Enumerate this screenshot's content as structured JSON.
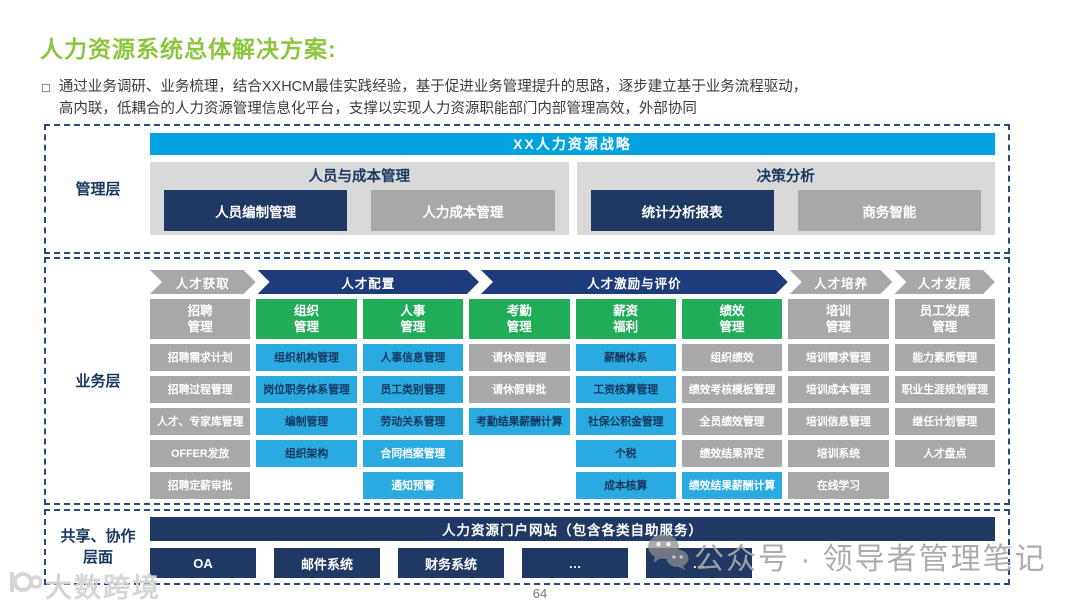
{
  "slide": {
    "title": "人力资源系统总体解决方案:",
    "intro": {
      "bullet": "□",
      "line1": "通过业务调研、业务梳理，结合XXHCM最佳实践经验，基于促进业务管理提升的思路，逐步建立基于业务流程驱动，",
      "line2": "高内联，低耦合的人力资源管理信息化平台，支撑以实现人力资源职能部门内部管理高效，外部协同"
    }
  },
  "management_layer": {
    "label": "管理层",
    "strategy_bar": "XX人力资源战略",
    "panels": [
      {
        "title": "人员与成本管理",
        "boxes": [
          {
            "label": "人员编制管理",
            "style": "navy"
          },
          {
            "label": "人力成本管理",
            "style": "grayb"
          }
        ]
      },
      {
        "title": "决策分析",
        "boxes": [
          {
            "label": "统计分析报表",
            "style": "navy"
          },
          {
            "label": "商务智能",
            "style": "grayb"
          }
        ]
      }
    ]
  },
  "business_layer": {
    "label": "业务层",
    "arrows": [
      {
        "label": "人才获取",
        "style": "gray",
        "grow": 1.05
      },
      {
        "label": "人才配置",
        "style": "navy",
        "grow": 2.2
      },
      {
        "label": "人才激励与评价",
        "style": "navy",
        "grow": 3.05
      },
      {
        "label": "人才培养",
        "style": "gray",
        "grow": 1.02
      },
      {
        "label": "人才发展",
        "style": "gray",
        "grow": 1.0
      }
    ],
    "columns": [
      {
        "header": "招聘\n管理",
        "header_style": "gray",
        "cells": [
          {
            "label": "招聘需求计划",
            "style": "gray"
          },
          {
            "label": "招聘过程管理",
            "style": "gray"
          },
          {
            "label": "人才、专家库管理",
            "style": "gray"
          },
          {
            "label": "OFFER发放",
            "style": "gray"
          },
          {
            "label": "招聘定薪审批",
            "style": "gray"
          }
        ]
      },
      {
        "header": "组织\n管理",
        "header_style": "green",
        "cells": [
          {
            "label": "组织机构管理",
            "style": "cyan"
          },
          {
            "label": "岗位职务体系管理",
            "style": "cyan"
          },
          {
            "label": "编制管理",
            "style": "cyan"
          },
          {
            "label": "组织架构",
            "style": "cyan"
          },
          null
        ]
      },
      {
        "header": "人事\n管理",
        "header_style": "green",
        "cells": [
          {
            "label": "人事信息管理",
            "style": "cyan"
          },
          {
            "label": "员工类别管理",
            "style": "cyan"
          },
          {
            "label": "劳动关系管理",
            "style": "cyan"
          },
          {
            "label": "合同档案管理",
            "style": "cyan-white"
          },
          {
            "label": "通知预警",
            "style": "cyan-white"
          }
        ]
      },
      {
        "header": "考勤\n管理",
        "header_style": "green",
        "cells": [
          {
            "label": "请休假管理",
            "style": "gray"
          },
          {
            "label": "请休假审批",
            "style": "gray"
          },
          {
            "label": "考勤结果薪酬计算",
            "style": "cyan"
          },
          null,
          null
        ]
      },
      {
        "header": "薪资\n福利",
        "header_style": "green",
        "cells": [
          {
            "label": "薪酬体系",
            "style": "cyan"
          },
          {
            "label": "工资核算管理",
            "style": "cyan"
          },
          {
            "label": "社保公积金管理",
            "style": "cyan"
          },
          {
            "label": "个税",
            "style": "cyan"
          },
          {
            "label": "成本核算",
            "style": "cyan"
          }
        ]
      },
      {
        "header": "绩效\n管理",
        "header_style": "green",
        "cells": [
          {
            "label": "组织绩效",
            "style": "gray"
          },
          {
            "label": "绩效考核模板管理",
            "style": "gray"
          },
          {
            "label": "全员绩效管理",
            "style": "gray"
          },
          {
            "label": "绩效结果评定",
            "style": "gray"
          },
          {
            "label": "绩效结果薪酬计算",
            "style": "cyan-white"
          }
        ]
      },
      {
        "header": "培训\n管理",
        "header_style": "gray",
        "cells": [
          {
            "label": "培训需求管理",
            "style": "gray"
          },
          {
            "label": "培训成本管理",
            "style": "gray"
          },
          {
            "label": "培训信息管理",
            "style": "gray"
          },
          {
            "label": "培训系统",
            "style": "gray"
          },
          {
            "label": "在线学习",
            "style": "gray"
          }
        ]
      },
      {
        "header": "员工发展\n管理",
        "header_style": "gray",
        "cells": [
          {
            "label": "能力素质管理",
            "style": "gray"
          },
          {
            "label": "职业生涯规划管理",
            "style": "gray"
          },
          {
            "label": "继任计划管理",
            "style": "gray"
          },
          {
            "label": "人才盘点",
            "style": "gray"
          },
          null
        ]
      }
    ]
  },
  "shared_layer": {
    "label_line1": "共享、协作",
    "label_line2": "层面",
    "portal_bar": "人力资源门户网站（包含各类自助服务）",
    "systems": [
      "OA",
      "邮件系统",
      "财务系统",
      "…",
      "…"
    ]
  },
  "watermark": {
    "icon": "wechat-icon",
    "text": "公众号 · 领导者管理笔记"
  },
  "footer": {
    "page_number": "64",
    "logo_text": "大数跨境"
  },
  "colors": {
    "title_green": "#8CC63F",
    "strategy_cyan": "#00A3E0",
    "cell_cyan": "#29ABE2",
    "header_green": "#21AC57",
    "box_navy": "#1F3864",
    "arrow_navy": "#1E3C7B",
    "gray": "#A8A8A8",
    "panel_gray": "#D9D9D9",
    "label_navy": "#17375E"
  }
}
